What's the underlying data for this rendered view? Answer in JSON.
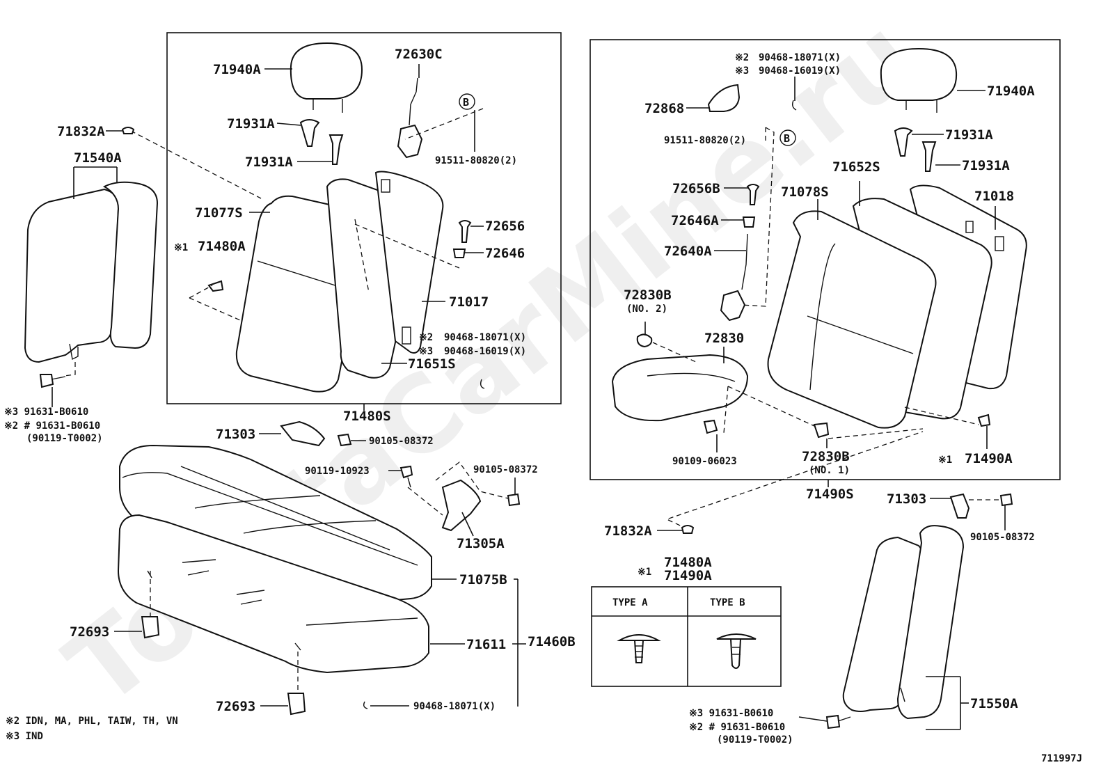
{
  "watermark": "ToyotaCarMine.ru",
  "diagram_code": "711997J",
  "left_group": {
    "assembly": "71480S",
    "parts": {
      "p71940A": "71940A",
      "p72630C": "72630C",
      "p71931A_1": "71931A",
      "p71931A_2": "71931A",
      "p91511": "91511-80820(2)",
      "p71077S": "71077S",
      "p71480A": "71480A",
      "p72656": "72656",
      "p72646": "72646",
      "p71017": "71017",
      "p90468_18071": "90468-18071(X)",
      "p90468_16019": "90468-16019(X)",
      "p71651S": "71651S",
      "callout_b": "B",
      "mark1": "※1",
      "mark2": "※2",
      "mark3": "※3"
    }
  },
  "far_left": {
    "p71832A": "71832A",
    "p71540A": "71540A",
    "bolt1": "※3 91631-B0610",
    "bolt2": "※2 # 91631-B0610",
    "bolt3": "(90119-T0002)"
  },
  "right_group": {
    "assembly": "71490S",
    "parts": {
      "p90468_18071": "90468-18071(X)",
      "p90468_16019": "90468-16019(X)",
      "mark2": "※2",
      "mark3": "※3",
      "p72868": "72868",
      "p91511": "91511-80820(2)",
      "callout_b": "B",
      "p71940A": "71940A",
      "p71931A_1": "71931A",
      "p71931A_2": "71931A",
      "p72656B": "72656B",
      "p72646A": "72646A",
      "p72640A": "72640A",
      "p71652S": "71652S",
      "p71078S": "71078S",
      "p71018": "71018",
      "p72830B_2": "72830B",
      "no2": "(NO. 2)",
      "p72830": "72830",
      "p90109": "90109-06023",
      "p72830B_1": "72830B",
      "no1": "(NO. 1)",
      "p71490A": "71490A",
      "mark1": "※1"
    }
  },
  "cushion": {
    "p71303": "71303",
    "p90105_a": "90105-08372",
    "p90119": "90119-10923",
    "p90105_b": "90105-08372",
    "p71305A": "71305A",
    "p71075B": "71075B",
    "p71611": "71611",
    "p71460B": "71460B",
    "p72693_1": "72693",
    "p72693_2": "72693",
    "p90468": "90468-18071(X)"
  },
  "right_lower": {
    "p71832A": "71832A",
    "p71303": "71303",
    "p90105": "90105-08372",
    "p71550A": "71550A",
    "bolt1": "※3 91631-B0610",
    "bolt2": "※2 # 91631-B0610",
    "bolt3": "(90119-T0002)"
  },
  "type_table": {
    "mark": "※1",
    "part1": "71480A",
    "part2": "71490A",
    "type_a": "TYPE  A",
    "type_b": "TYPE  B"
  },
  "notes": {
    "n2": "※2  IDN, MA, PHL, TAIW, TH, VN",
    "n3": "※3  IND"
  }
}
